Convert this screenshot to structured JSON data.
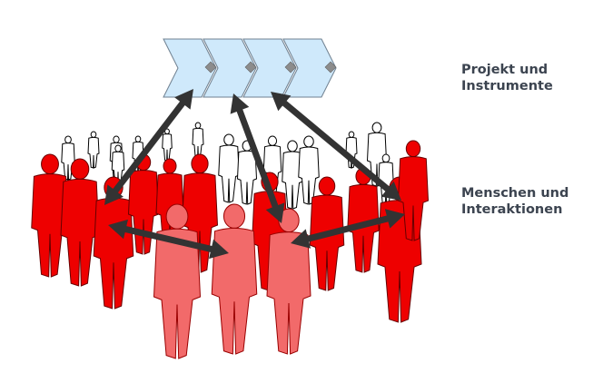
{
  "labels": {
    "top_line1": "Projekt und",
    "top_line2": "Instrumente",
    "bottom_line1": "Menschen und",
    "bottom_line2": "Interaktionen"
  },
  "colors": {
    "chevron_fill": "#cfe9fb",
    "chevron_stroke": "#6f8090",
    "diamond": "#8c8c8c",
    "arrow": "#333333",
    "person_red": "#ee0000",
    "person_pink": "#f26a6a",
    "person_outline": "#000000"
  }
}
